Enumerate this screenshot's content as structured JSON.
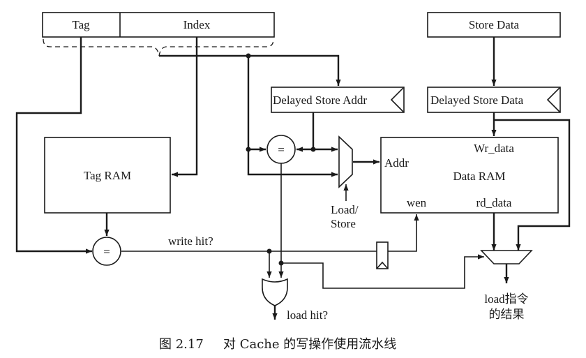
{
  "figure": {
    "caption_number": "图 2.17",
    "caption_text": "对 Cache 的写操作使用流水线"
  },
  "blocks": {
    "address_tag": "Tag",
    "address_index": "Index",
    "store_data": "Store Data",
    "delayed_store_addr": "Delayed Store Addr",
    "delayed_store_data": "Delayed Store Data",
    "tag_ram": "Tag RAM",
    "data_ram": "Data RAM",
    "data_ram_wr_data": "Wr_data",
    "data_ram_addr": "Addr",
    "data_ram_wen": "wen",
    "data_ram_rd_data": "rd_data",
    "comparator_symbol": "="
  },
  "signals": {
    "load_store_1": "Load/",
    "load_store_2": "Store",
    "write_hit": "write hit?",
    "load_hit": "load hit?",
    "load_result_1": "load指令",
    "load_result_2": "的结果"
  }
}
